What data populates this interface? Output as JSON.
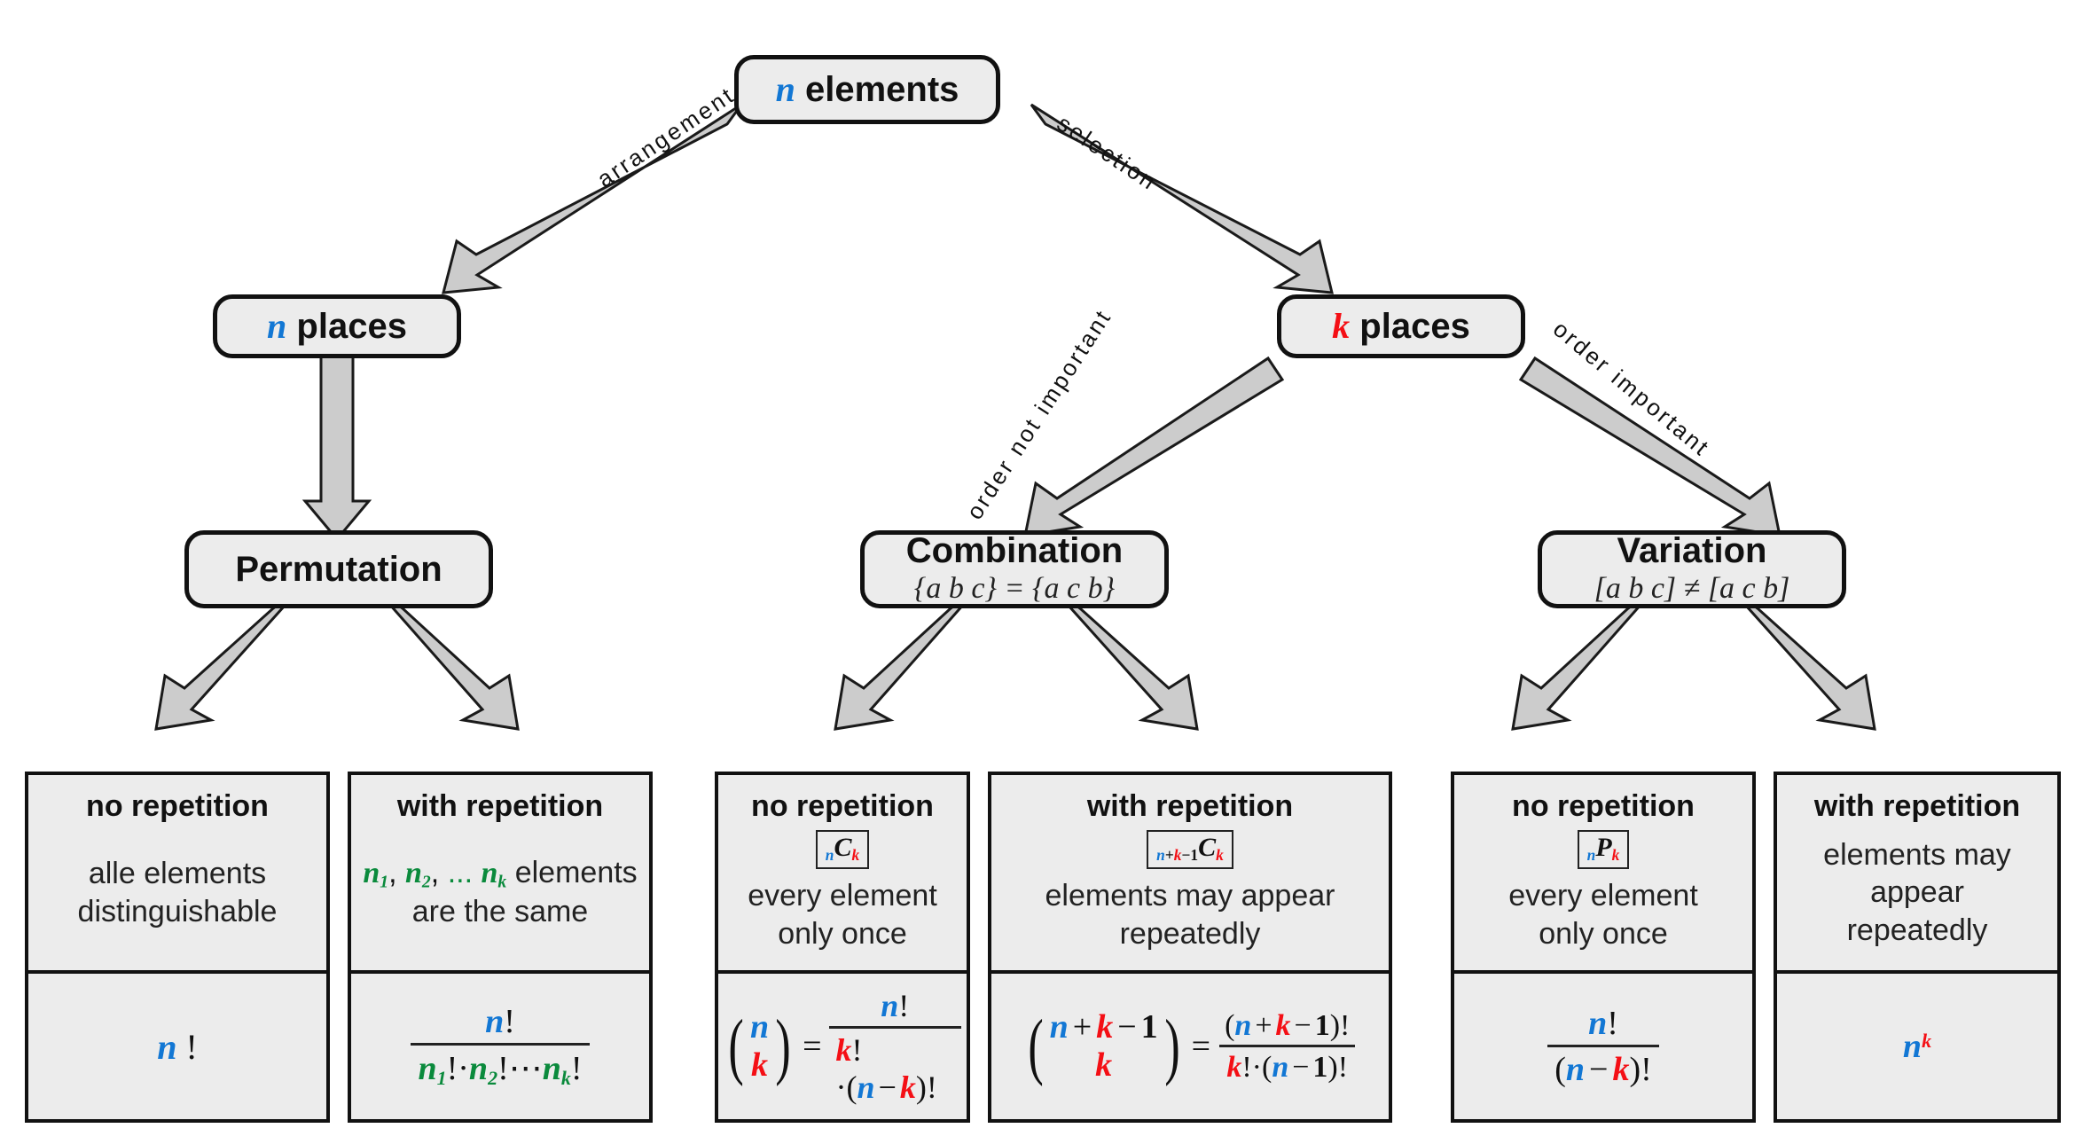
{
  "diagram": {
    "title": "Combinatorics decision tree",
    "colors": {
      "n": "#1277d4",
      "k": "#f40f15",
      "repeat": "#0a8a3c",
      "box_fill": "#ececec",
      "stroke": "#111111",
      "arrow_fill": "#cccccc"
    }
  },
  "nodes": {
    "root": {
      "var": "n",
      "label": "elements"
    },
    "n_places": {
      "var": "n",
      "label": "places"
    },
    "k_places": {
      "var": "k",
      "label": "places"
    },
    "permutation": {
      "title": "Permutation",
      "sub": ""
    },
    "combination": {
      "title": "Combination",
      "sub": "{a b c} = {a c b}"
    },
    "variation": {
      "title": "Variation",
      "sub": "[a b c] ≠ [a c b]"
    }
  },
  "edges": [
    {
      "name": "arrangement",
      "label": "arrangement"
    },
    {
      "name": "selection",
      "label": "selection"
    },
    {
      "name": "order-not-important",
      "label": "order not important"
    },
    {
      "name": "order-important",
      "label": "order important"
    }
  ],
  "leaves": [
    {
      "group": "permutation",
      "variant": "no-repetition",
      "header": "no repetition",
      "notation": null,
      "desc_line1": "alle elements",
      "desc_line2": "distinguishable",
      "formula": "n!"
    },
    {
      "group": "permutation",
      "variant": "with-repetition",
      "header": "with repetition",
      "notation": null,
      "desc_line1": "n₁, n₂, ... nₖ elements",
      "desc_line2": "are the same",
      "formula": "n! / (n₁! · n₂! ⋯ nₖ!)"
    },
    {
      "group": "combination",
      "variant": "no-repetition",
      "header": "no repetition",
      "notation": "ₙCₖ",
      "desc_line1": "every element",
      "desc_line2": "only once",
      "formula": "(n over k) = n! / (k! · (n − k)!)"
    },
    {
      "group": "combination",
      "variant": "with-repetition",
      "header": "with repetition",
      "notation": "ₙ₊ₖ₋₁Cₖ",
      "desc_line1": "elements may appear",
      "desc_line2": "repeatedly",
      "formula": "(n + k − 1 over k) = (n + k − 1)! / (k! · (n − 1)!)"
    },
    {
      "group": "variation",
      "variant": "no-repetition",
      "header": "no repetition",
      "notation": "ₙPₖ",
      "desc_line1": "every element",
      "desc_line2": "only once",
      "formula": "n! / (n − k)!"
    },
    {
      "group": "variation",
      "variant": "with-repetition",
      "header": "with repetition",
      "notation": null,
      "desc_line1": "elements may appear",
      "desc_line2": "repeatedly",
      "formula": "nᵏ"
    }
  ],
  "symbols": {
    "n": "n",
    "k": "k",
    "C": "C",
    "P": "P",
    "bang": "!",
    "plus": "+",
    "minus": "−",
    "one": "1",
    "dot": "·",
    "equals": "=",
    "ellipsis": "⋯",
    "comma": ",",
    "dots": "...",
    "n1": "n",
    "n2": "n",
    "nk": "n",
    "sub1": "1",
    "sub2": "2",
    "subk": "k",
    "elements_word": "elements",
    "are_same": "are the same"
  }
}
